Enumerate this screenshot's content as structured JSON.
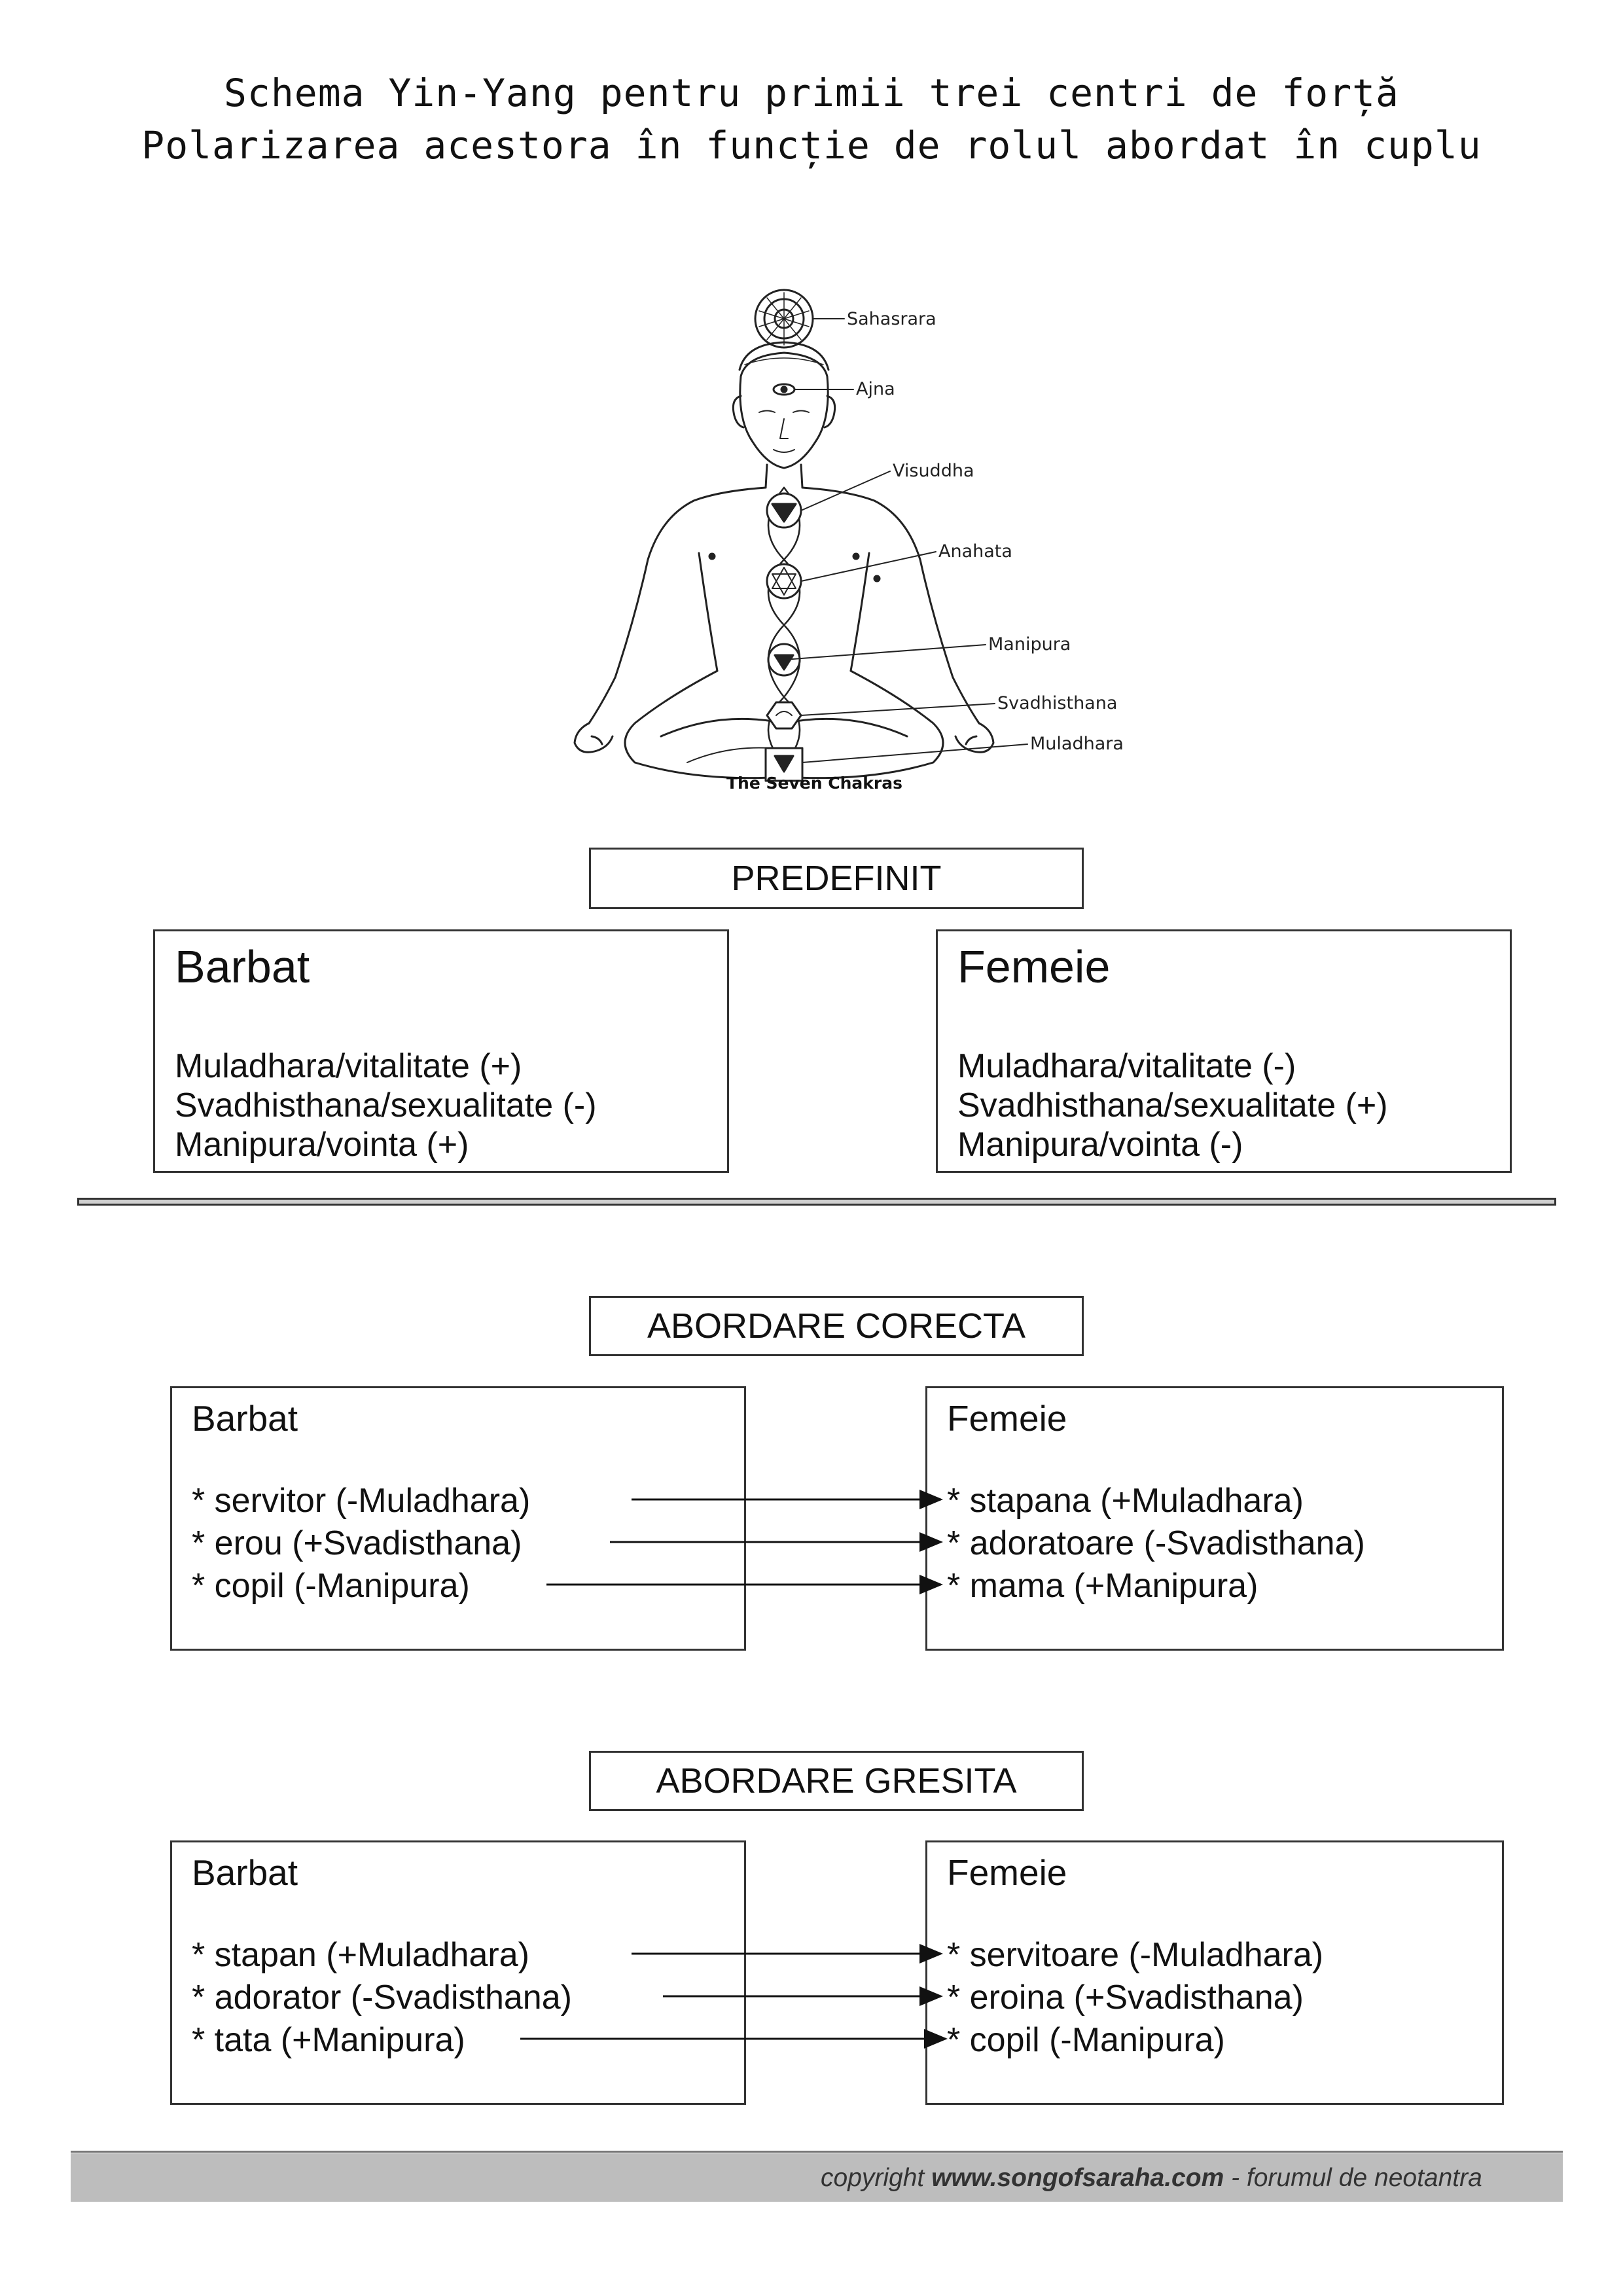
{
  "title": {
    "line1": "Schema Yin-Yang pentru primii trei centri de forță",
    "line2": "Polarizarea acestora în funcție de rolul abordat în cuplu"
  },
  "figure": {
    "caption": "The Seven Chakras",
    "chakras": [
      "Sahasrara",
      "Ajna",
      "Visuddha",
      "Anahata",
      "Manipura",
      "Svadhisthana",
      "Muladhara"
    ]
  },
  "predefinit": {
    "header": "PREDEFINIT",
    "man": {
      "title": "Barbat",
      "lines": [
        "Muladhara/vitalitate (+)",
        "Svadhisthana/sexualitate (-)",
        "Manipura/vointa (+)"
      ]
    },
    "woman": {
      "title": "Femeie",
      "lines": [
        "Muladhara/vitalitate (-)",
        "Svadhisthana/sexualitate (+)",
        "Manipura/vointa (-)"
      ]
    }
  },
  "corecta": {
    "header": "ABORDARE CORECTA",
    "man": {
      "title": "Barbat",
      "lines": [
        "* servitor (-Muladhara)",
        "* erou (+Svadisthana)",
        "* copil (-Manipura)"
      ]
    },
    "woman": {
      "title": "Femeie",
      "lines": [
        "* stapana (+Muladhara)",
        "* adoratoare (-Svadisthana)",
        "* mama (+Manipura)"
      ]
    }
  },
  "gresita": {
    "header": "ABORDARE GRESITA",
    "man": {
      "title": "Barbat",
      "lines": [
        "* stapan (+Muladhara)",
        "* adorator (-Svadisthana)",
        "* tata (+Manipura)"
      ]
    },
    "woman": {
      "title": "Femeie",
      "lines": [
        "* servitoare (-Muladhara)",
        "* eroina (+Svadisthana)",
        "* copil (-Manipura)"
      ]
    }
  },
  "footer": {
    "prefix": "copyright ",
    "site": "www.songofsaraha.com",
    "suffix": " - forumul de neotantra"
  }
}
